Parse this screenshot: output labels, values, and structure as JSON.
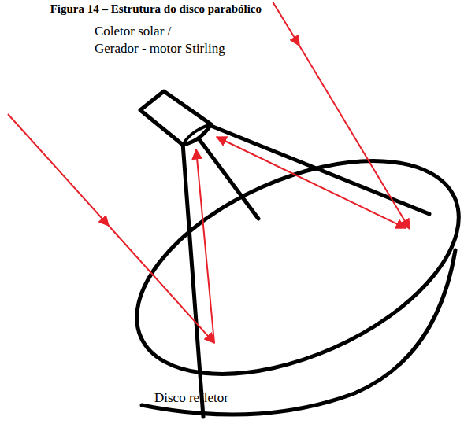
{
  "diagram": {
    "title": "Figura 14 – Estrutura do disco parabólico",
    "labels": [
      "Coletor solar /",
      "Gerador - motor Stirling",
      "Disco refletor"
    ]
  }
}
